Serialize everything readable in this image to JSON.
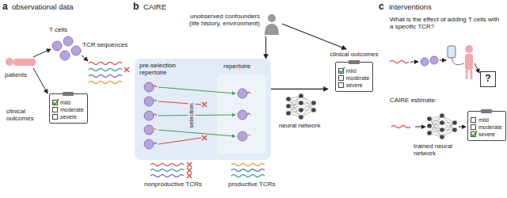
{
  "diagram": {
    "nodes": [
      {
        "text": [
          "mild",
          "moderate",
          "severe"
        ]
      },
      {
        "text": [
          "unobserved confounders",
          "(life history, environment)"
        ]
      },
      {
        "text": [
          "pre-selection repertoire",
          "selection",
          "repertoire"
        ]
      },
      {
        "text": [
          "clinical outcomes",
          "mild",
          "moderate",
          "severe"
        ]
      },
      {
        "text": [
          "?"
        ]
      },
      {
        "text": [
          "mild",
          "moderate",
          "severe"
        ]
      }
    ],
    "edges": [
      {
        "from": 1,
        "to": 2,
        "arrow": "to"
      },
      {
        "from": 1,
        "to": 3,
        "arrow": "to"
      },
      {
        "from": 2,
        "to": 3,
        "arrow": "to"
      }
    ],
    "labels": [
      "a",
      "observational data",
      "patients",
      "T cells",
      "TCR sequences",
      "clinical outcomes",
      "b",
      "CAIRE",
      "neural network",
      "nonproductive TCRs",
      "productive TCRs",
      "c",
      "interventions",
      "What is the effect of adding T cells with a specific TCR?",
      "CAIRE estimate:",
      "trained neural network"
    ]
  }
}
